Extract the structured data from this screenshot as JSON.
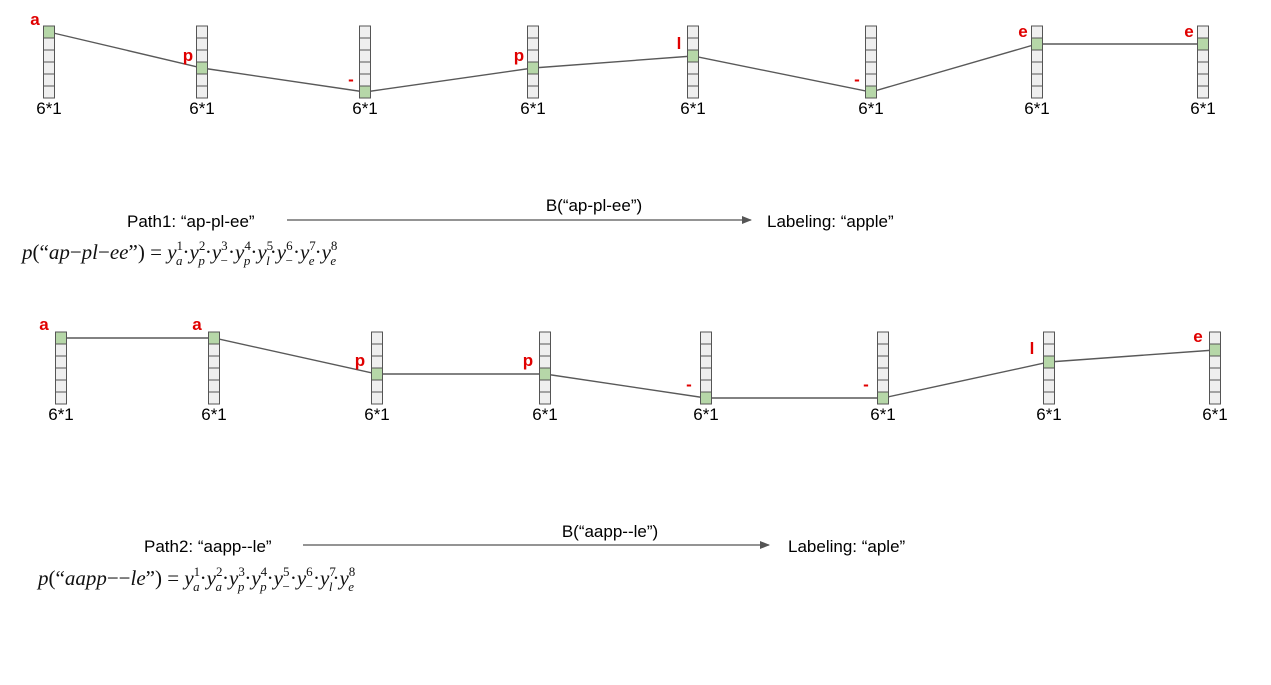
{
  "cell_dims_label": "6*1",
  "cells_per_column": 6,
  "colors": {
    "highlight": "#b6d7a8",
    "cell": "#efefef",
    "symbol": "#e00000",
    "line": "#595959"
  },
  "paths": [
    {
      "columns": [
        {
          "symbol": "a",
          "row": 0
        },
        {
          "symbol": "p",
          "row": 3
        },
        {
          "symbol": "-",
          "row": 5
        },
        {
          "symbol": "p",
          "row": 3
        },
        {
          "symbol": "l",
          "row": 2
        },
        {
          "symbol": "-",
          "row": 5
        },
        {
          "symbol": "e",
          "row": 1
        },
        {
          "symbol": "e",
          "row": 1
        }
      ],
      "path_label": "Path1: “ap-pl-ee”",
      "mapping_label": "B(“ap-pl-ee”)",
      "labeling": "Labeling: “apple”",
      "formula": "p(“ap−pl−ee”) = y_a^1·y_p^2·y_−^3·y_p^4·y_l^5·y_−^6·y_e^7·y_e^8"
    },
    {
      "columns": [
        {
          "symbol": "a",
          "row": 0
        },
        {
          "symbol": "a",
          "row": 0
        },
        {
          "symbol": "p",
          "row": 3
        },
        {
          "symbol": "p",
          "row": 3
        },
        {
          "symbol": "-",
          "row": 5
        },
        {
          "symbol": "-",
          "row": 5
        },
        {
          "symbol": "l",
          "row": 2
        },
        {
          "symbol": "e",
          "row": 1
        }
      ],
      "path_label": "Path2: “aapp--le”",
      "mapping_label": "B(“aapp--le”)",
      "labeling": "Labeling: “aple”",
      "formula": "p(“aapp−−le”) = y_a^1·y_a^2·y_p^3·y_p^4·y_−^5·y_−^6·y_l^7·y_e^8"
    }
  ]
}
